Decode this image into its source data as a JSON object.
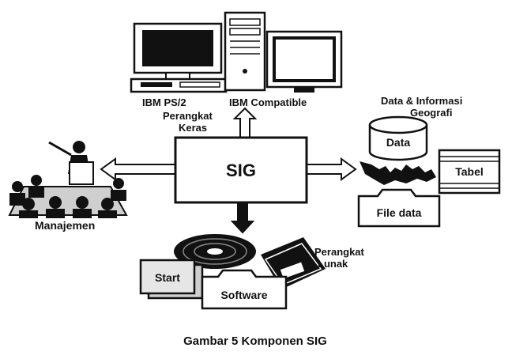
{
  "center": {
    "label": "SIG"
  },
  "hardware": {
    "computer_left": "IBM PS/2",
    "computer_right": "IBM Compatible",
    "caption_line1": "Perangkat",
    "caption_line2": "Keras"
  },
  "data_section": {
    "title_line1": "Data & Informasi",
    "title_line2": "Geografi",
    "cylinder_label": "Data",
    "table_label": "Tabel",
    "folder_label": "File data"
  },
  "management": {
    "label": "Manajemen"
  },
  "software": {
    "caption_line1": "Perangkat",
    "caption_line2": "Lunak",
    "button_start": "Start",
    "button_software": "Software"
  },
  "figure_caption": "Gambar 5 Komponen SIG",
  "colors": {
    "ink": "#111111",
    "paper": "#ffffff",
    "gray": "#cfcfcf"
  }
}
